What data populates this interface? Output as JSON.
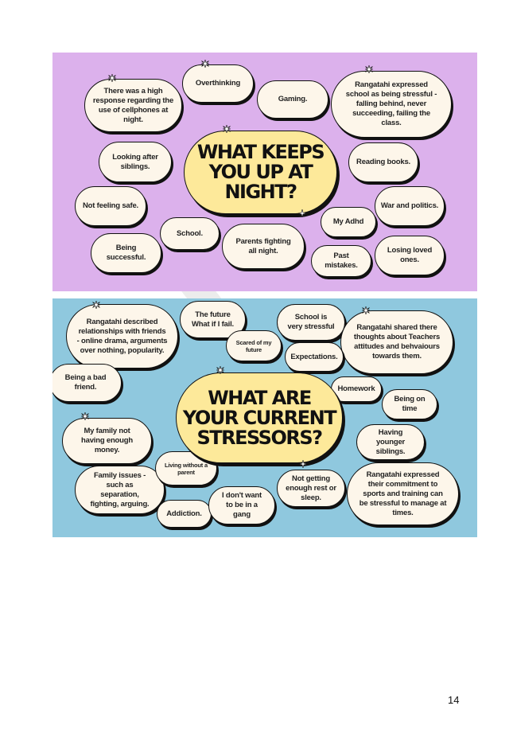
{
  "panel1": {
    "title": "WHAT KEEPS YOU UP AT NIGHT?",
    "bubbles": [
      "There was a high response regarding the use of cellphones at night.",
      "Overthinking",
      "Gaming.",
      "Rangatahi expressed school as being stressful - falling behind, never succeeding, failing the class.",
      "Looking after siblings.",
      "Reading books.",
      "Not feeling safe.",
      "War and politics.",
      "My Adhd",
      "School.",
      "Parents fighting all night.",
      "Being successful.",
      "Past mistakes.",
      "Losing loved ones."
    ]
  },
  "panel2": {
    "title": "WHAT ARE YOUR CURRENT STRESSORS?",
    "bubbles": [
      "Rangatahi described relationships with friends - online drama, arguments over nothing, popularity.",
      "The future What if I fail.",
      "Scared of my future",
      "School is very stressful",
      "Rangatahi shared there thoughts about Teachers attitudes and behvaiours towards them.",
      "Expectations.",
      "Being a bad friend.",
      "Homework",
      "Being on time",
      "Having younger siblings.",
      "My family not having enough money.",
      "Living without a parent",
      "Family issues - such as separation, fighting, arguing.",
      "Not getting enough rest or sleep.",
      "Rangatahi expressed their commitment to sports and training can be stressful to manage at times.",
      "I don't want to be in a gang",
      "Addiction."
    ]
  },
  "page_number": "14"
}
